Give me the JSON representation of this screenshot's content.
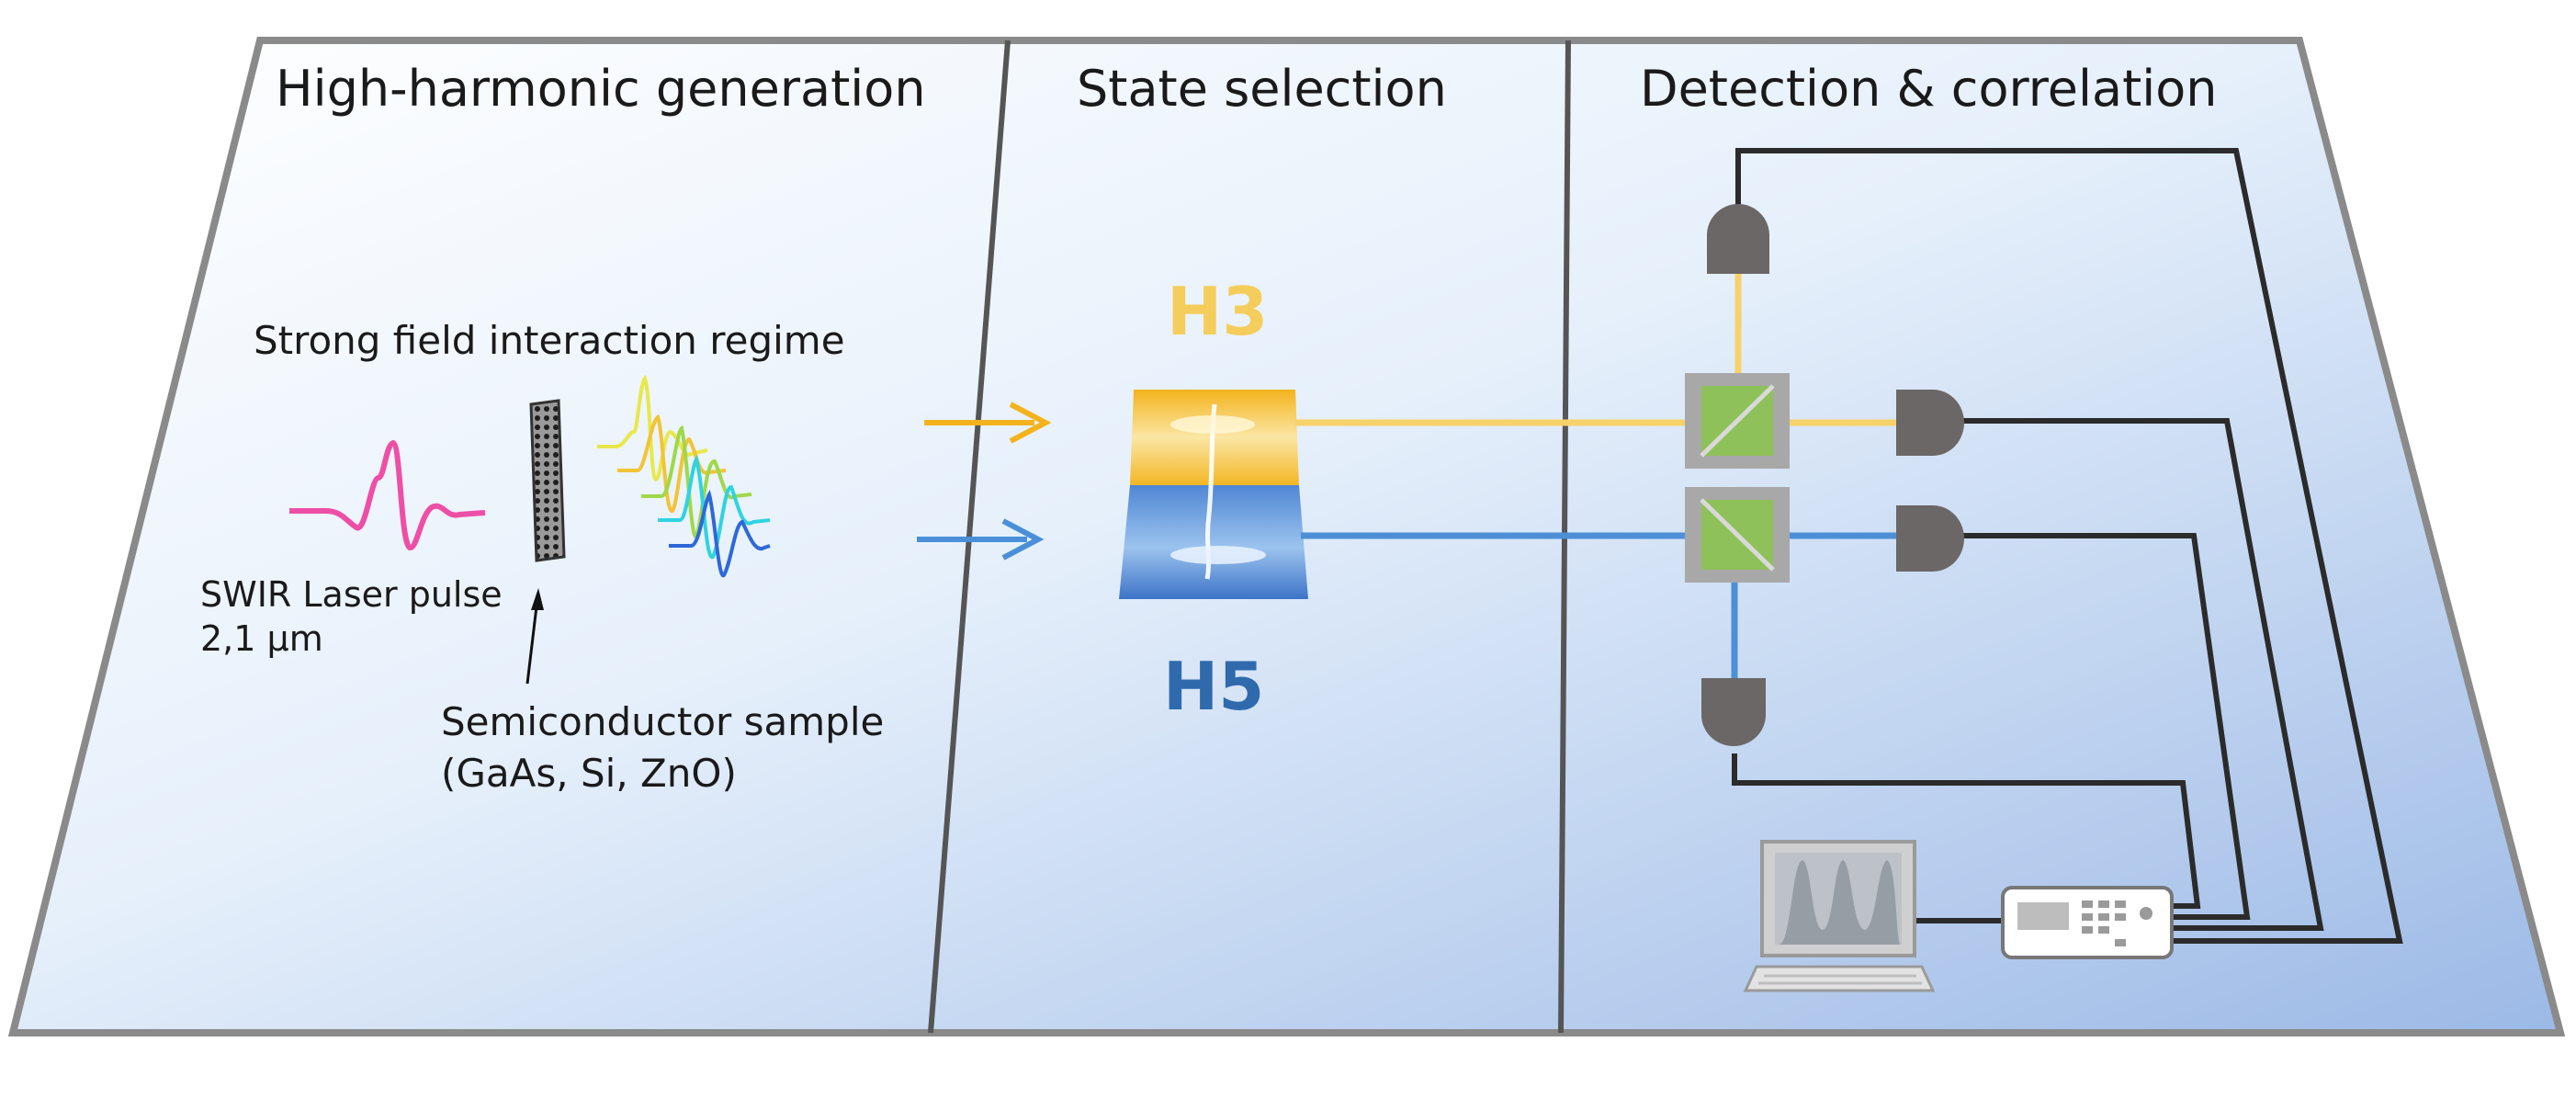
{
  "sections": {
    "hhg_title": "High-harmonic generation",
    "state_title": "State selection",
    "detection_title": "Detection & correlation"
  },
  "hhg": {
    "regime_label": "Strong field interaction regime",
    "laser_label_line1": "SWIR Laser pulse",
    "laser_label_line2": "2,1 μm",
    "sample_label_line1": "Semiconductor sample",
    "sample_label_line2": "(GaAs, Si, ZnO)"
  },
  "state_selection": {
    "h3_label": "H3",
    "h5_label": "H5"
  },
  "colors": {
    "h3_beam": "#f7d26a",
    "h3_arrow": "#f4b31d",
    "h5_beam": "#4d8fd6",
    "h5_arrow": "#4a8fd8",
    "laser_pulse": "#ee4fa6",
    "detector": "#6b6767",
    "beamsplitter_fill": "#8fc15a",
    "frame": "#8a8a8a"
  },
  "icons": {
    "detectors": "d-shaped-detector-icon",
    "beamsplitters": "beam-splitter-icon",
    "computer": "computer-monitor-icon",
    "correlator": "time-tagger-icon"
  }
}
